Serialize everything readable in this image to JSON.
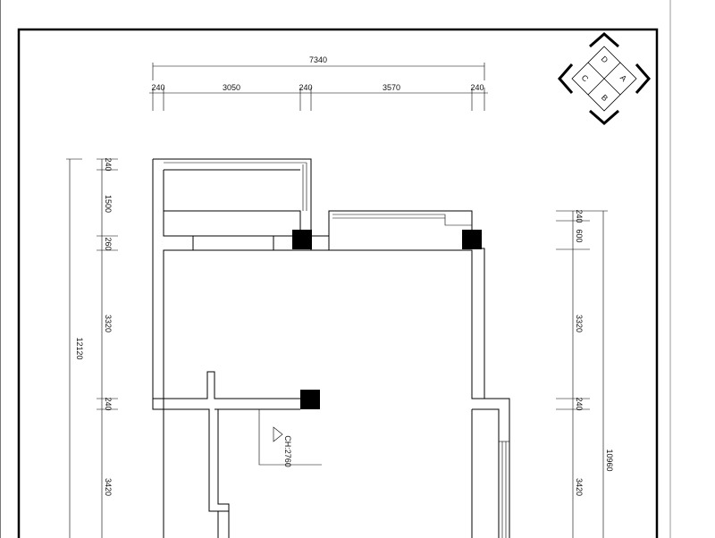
{
  "plan": {
    "top_dims": {
      "overall": "7340",
      "segments": [
        "240",
        "3050",
        "240",
        "3570",
        "240"
      ]
    },
    "left_dims": {
      "overall": "12120",
      "segments": [
        "240",
        "1500",
        "260",
        "3320",
        "240",
        "3420"
      ]
    },
    "right_dims": {
      "overall": "10960",
      "segments": [
        "240",
        "600",
        "3320",
        "240",
        "3420"
      ]
    },
    "ceiling_label": "CH:2760",
    "compass": {
      "labels": [
        "A",
        "B",
        "C",
        "D"
      ]
    }
  }
}
